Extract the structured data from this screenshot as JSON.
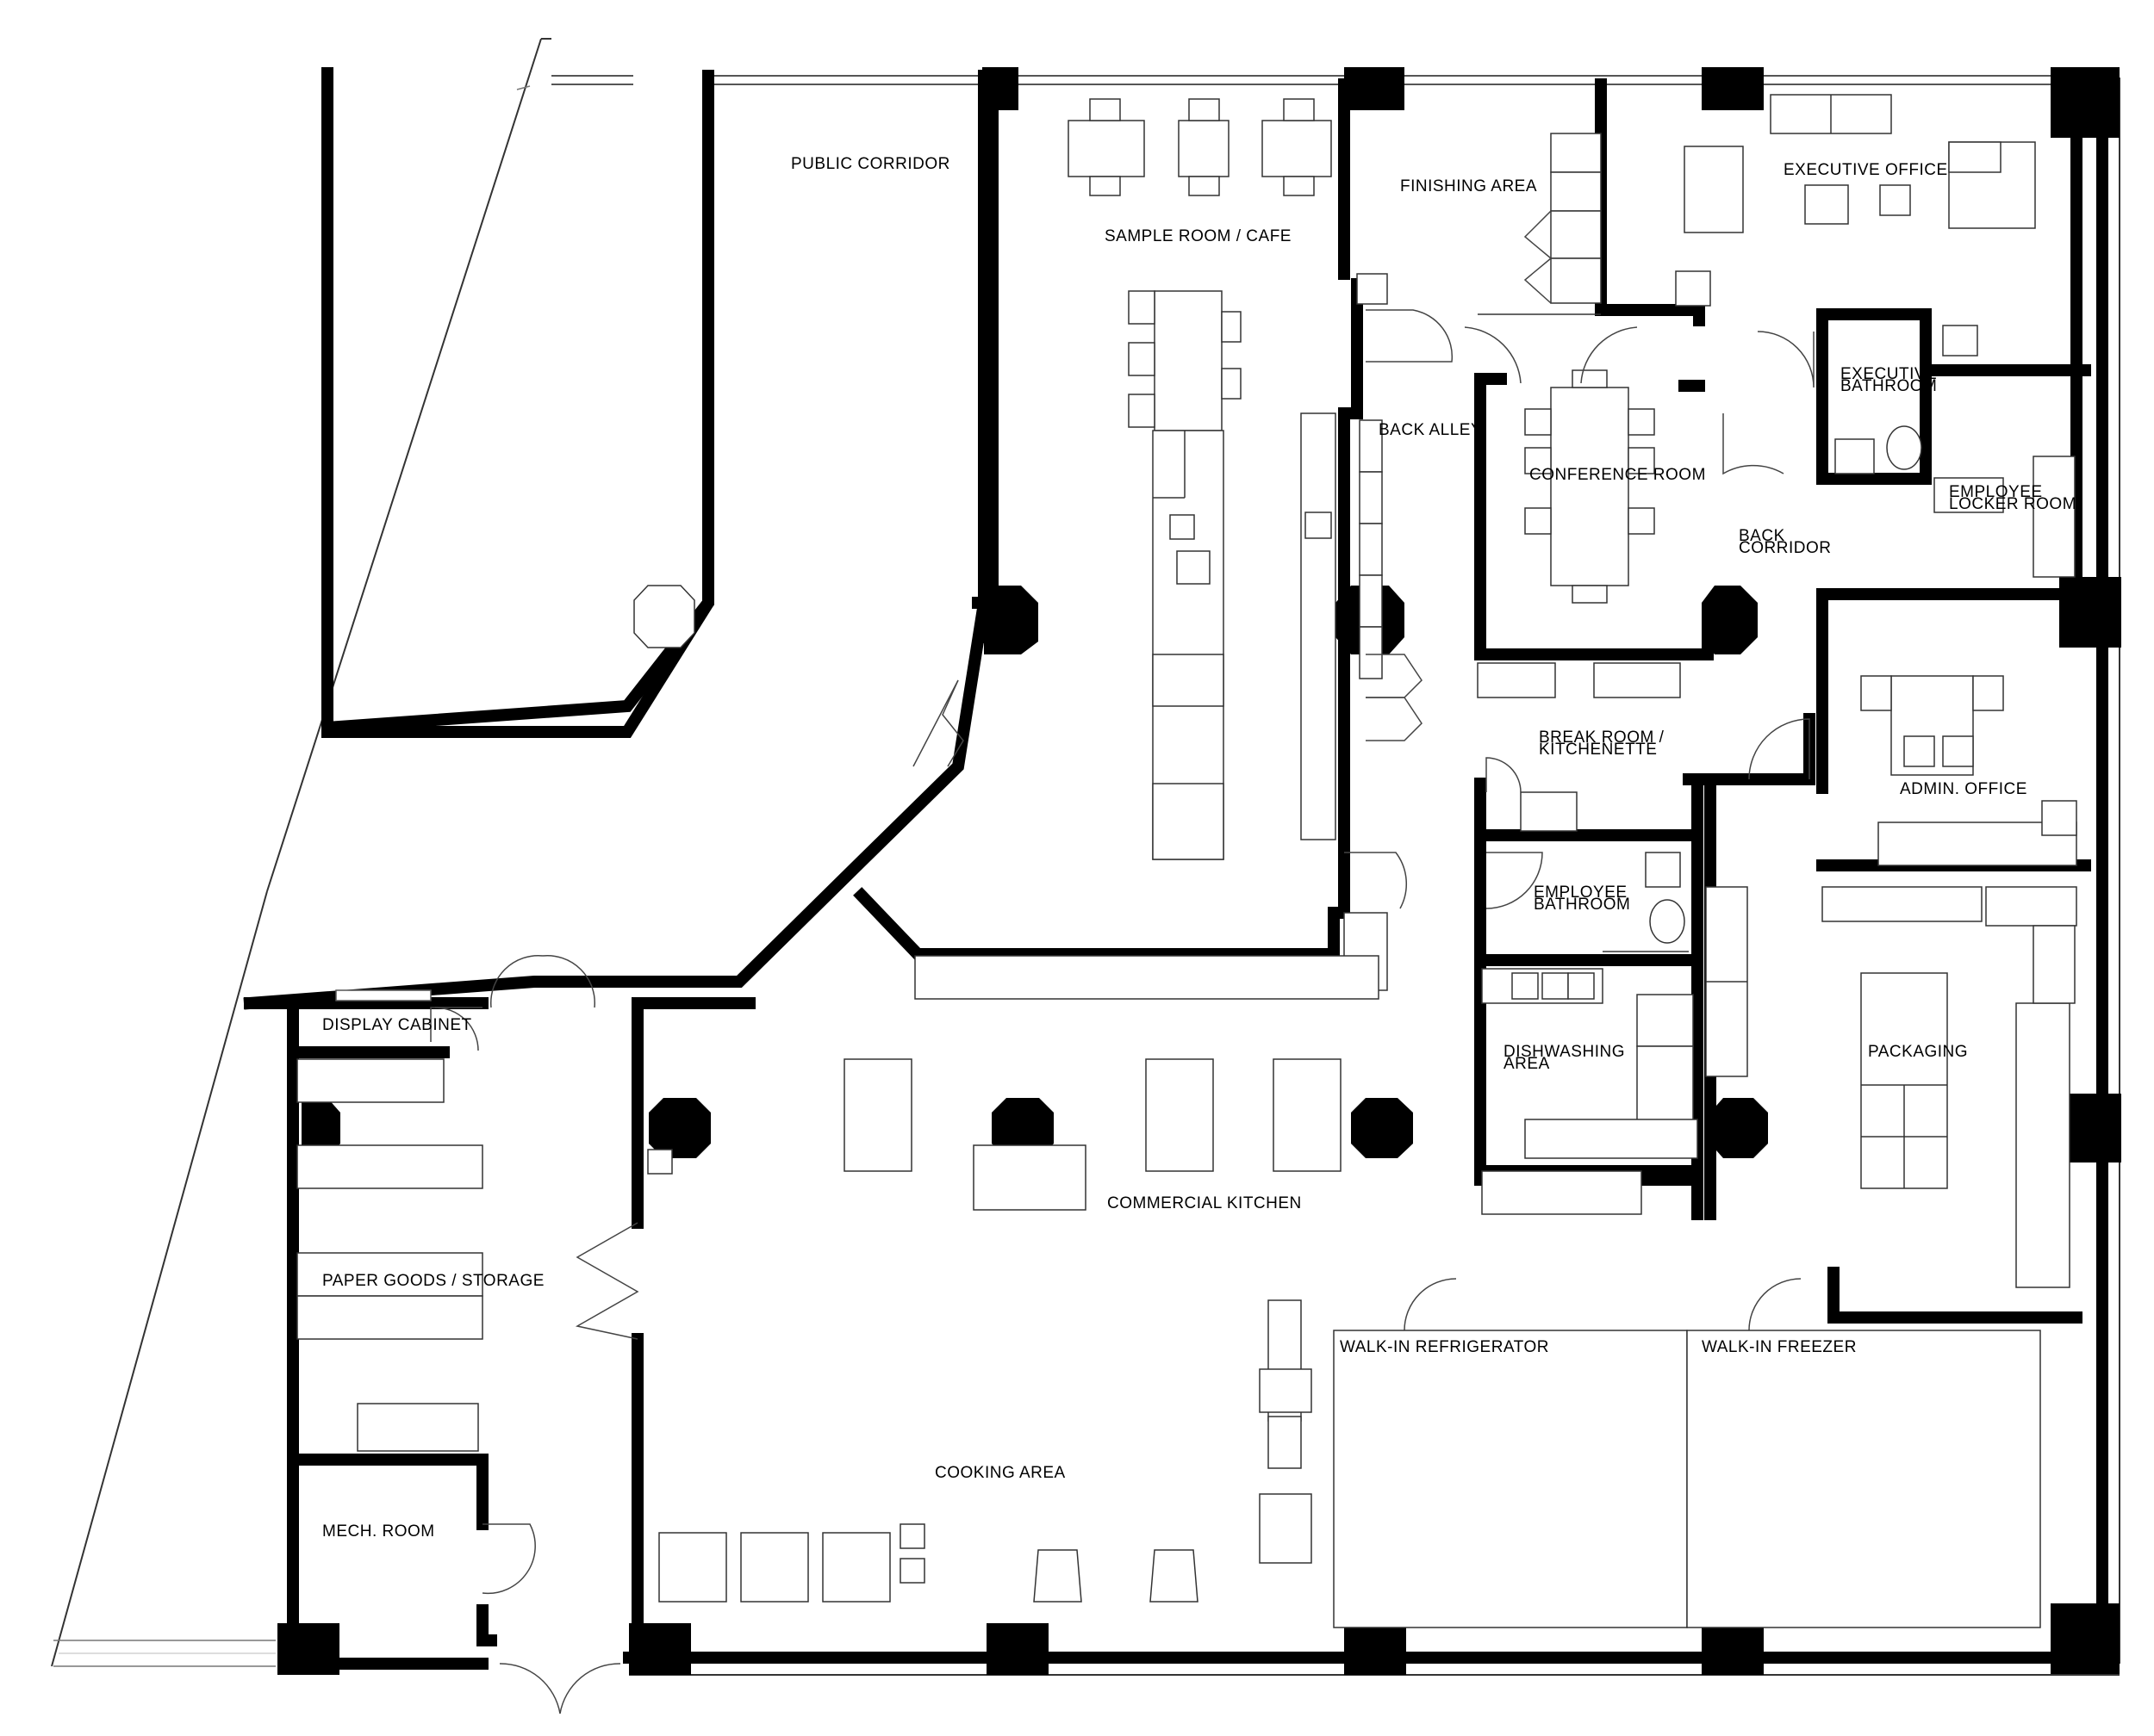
{
  "rooms": {
    "public_corridor": "PUBLIC CORRIDOR",
    "sample_room": "SAMPLE ROOM / CAFE",
    "finishing_area": "FINISHING AREA",
    "executive_office": "EXECUTIVE OFFICE",
    "back_alley": "BACK ALLEY",
    "conference_room": "CONFERENCE ROOM",
    "executive_bathroom_1": "EXECUTIVE",
    "executive_bathroom_2": "BATHROOM",
    "employee_locker_1": "EMPLOYEE",
    "employee_locker_2": "LOCKER ROOM",
    "back_corridor_1": "BACK",
    "back_corridor_2": "CORRIDOR",
    "break_room_1": "BREAK ROOM /",
    "break_room_2": "KITCHENETTE",
    "admin_office": "ADMIN. OFFICE",
    "employee_bathroom_1": "EMPLOYEE",
    "employee_bathroom_2": "BATHROOM",
    "display_cabinet": "DISPLAY CABINET",
    "dishwashing_1": "DISHWASHING",
    "dishwashing_2": "AREA",
    "packaging": "PACKAGING",
    "commercial_kitchen": "COMMERCIAL KITCHEN",
    "paper_goods": "PAPER GOODS / STORAGE",
    "walk_in_refrigerator": "WALK-IN REFRIGERATOR",
    "walk_in_freezer": "WALK-IN FREEZER",
    "cooking_area": "COOKING AREA",
    "mech_room": "MECH. ROOM"
  }
}
